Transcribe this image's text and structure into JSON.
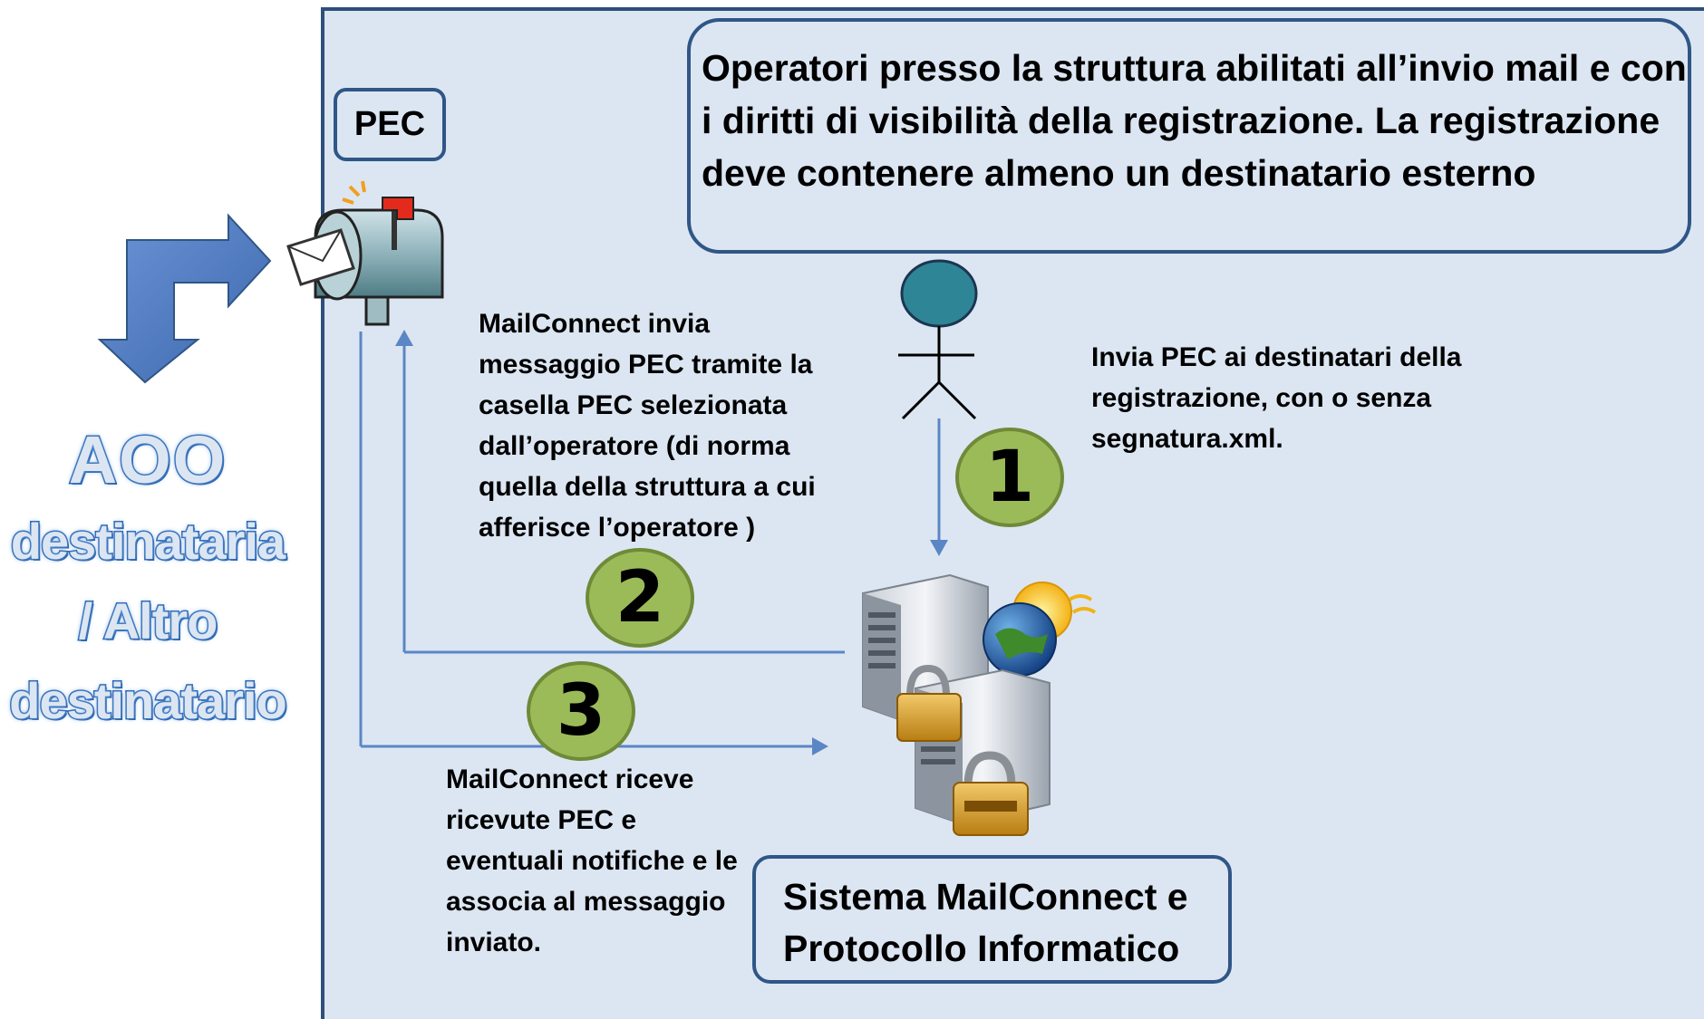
{
  "pec_label": "PEC",
  "operators_box_text": "Operatori presso la struttura abilitati all’invio mail e con i diritti di visibilità della registrazione. La registrazione deve contenere almeno un destinatario esterno",
  "system_box_text": "Sistema MailConnect e Protocollo Informatico",
  "steps": [
    {
      "number": "1",
      "text": "Invia PEC ai destinatari della registrazione, con o senza segnatura.xml."
    },
    {
      "number": "2",
      "text": "MailConnect  invia messaggio PEC tramite la casella PEC selezionata dall’operatore (di norma quella della struttura a cui afferisce l’operatore )"
    },
    {
      "number": "3",
      "text": "MailConnect  riceve ricevute PEC e eventuali notifiche e le associa al messaggio inviato."
    }
  ],
  "recipient_title": "AOO",
  "recipient_lines": [
    "destinataria",
    "/ Altro",
    "destinatario"
  ],
  "icons": [
    "mailbox-icon",
    "envelope-icon",
    "user-icon",
    "server-icon",
    "padlock-icon",
    "globe-icon",
    "sun-icon",
    "bent-arrow-icon"
  ],
  "colors": {
    "panel_bg": "#dce6f2",
    "border": "#2f5686",
    "arrow": "#4a78c0",
    "badge": "#9bbb59",
    "connector": "#5b86c5"
  }
}
